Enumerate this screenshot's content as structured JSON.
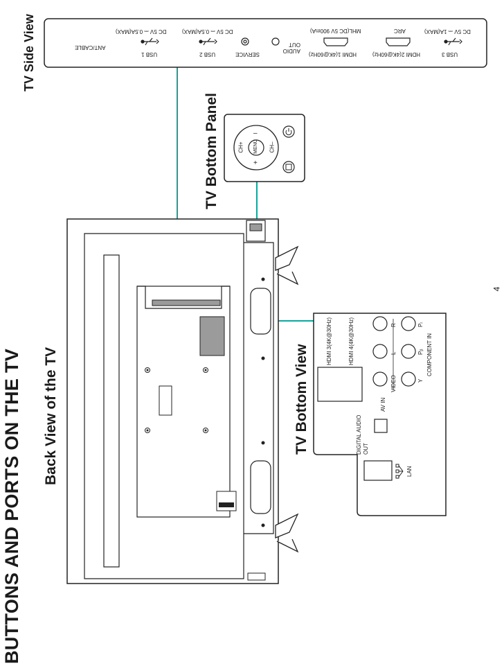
{
  "page": {
    "title": "BUTTONS AND PORTS ON THE TV",
    "page_number": "4"
  },
  "headings": {
    "side_view": "TV Side View",
    "bottom_panel": "TV Bottom Panel",
    "back_view": "Back View of the TV",
    "bottom_view": "TV Bottom View"
  },
  "side_view": {
    "ports": [
      {
        "label": "ANT/CABLE",
        "note": ""
      },
      {
        "label": "USB 1",
        "note": "DC 5V ⎓ 0.5A(MAX)"
      },
      {
        "label": "USB 2",
        "note": "DC 5V ⎓ 0.5A(MAX)"
      },
      {
        "label": "SERVICE",
        "note": ""
      },
      {
        "label": "AUDIO OUT",
        "note": ""
      },
      {
        "label": "HDMI 1(4K@60Hz)",
        "note": "MHL(DC 5V 900mA)"
      },
      {
        "label": "HDMI 2(4K@60Hz)",
        "note": "ARC"
      },
      {
        "label": "USB 3",
        "note": "DC 5V ⎓ 1A(MAX)"
      }
    ]
  },
  "bottom_panel": {
    "buttons": {
      "ch_up": "CH+",
      "ch_down": "CH–",
      "menu": "MENU",
      "vol_up": "+",
      "vol_down": "–"
    }
  },
  "bottom_view": {
    "hdmi3": "HDMI 3(4K@30Hz)",
    "hdmi4": "HDMI 4(4K@30Hz)",
    "component_in": "COMPONENT IN",
    "video": "VIDEO",
    "av_in": "AV IN",
    "r": "R",
    "l": "L",
    "pr": "Pᵣ",
    "pb": "Pᵦ",
    "y": "Y",
    "digital_audio_out": "DIGITAL AUDIO OUT",
    "lan": "LAN"
  },
  "colors": {
    "accent": "#15a39a",
    "line": "#222222",
    "gray": "#9b9b9b"
  }
}
